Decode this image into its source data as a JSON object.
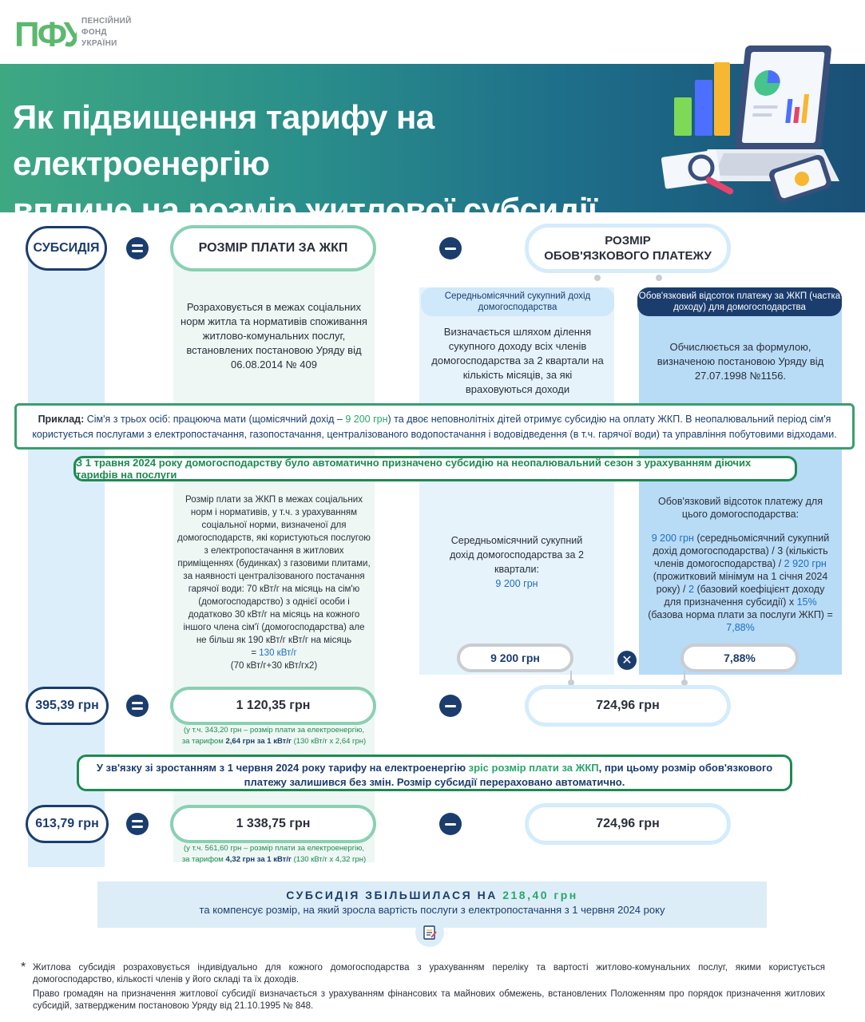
{
  "header": {
    "logo_mark": "ПФУ",
    "logo_line1": "ПЕНСІЙНИЙ",
    "logo_line2": "ФОНД",
    "logo_line3": "УКРАЇНИ",
    "title_line1": "Як підвищення тарифу на електроенергію",
    "title_line2": "вплине на розмір житлової субсидії"
  },
  "formula": {
    "subsidy_label": "СУБСИДІЯ",
    "zhkp_label": "РОЗМІР ПЛАТИ ЗА ЖКП",
    "mandatory_line1": "РОЗМІР",
    "mandatory_line2": "ОБОВ'ЯЗКОВОГО ПЛАТЕЖУ"
  },
  "definitions": {
    "zhkp_text": "Розраховується в межах соціальних норм житла та нормативів споживання житлово-комунальних послуг, встановлених постановою Уряду від 06.08.2014 № 409",
    "income_tag": "Середньомісячний сукупний дохід домогосподарства",
    "income_text": "Визначається шляхом ділення сукупного доходу всіх членів домогосподарства за 2 квартали на кількість місяців, за які враховуються доходи",
    "pct_tag": "Обов'язковий відсоток платежу за ЖКП (частка доходу) для домогосподарства",
    "pct_text": "Обчислюється за формулою, визначеною постановою Уряду від 27.07.1998 №1156."
  },
  "example": {
    "label": "Приклад:",
    "part1": "Сім'я з трьох осіб: працююча мати (щомісячний дохід –",
    "income": "9 200 грн",
    "part2": ") та двоє неповнолітніх дітей отримує субсидію на оплату ЖКП.  В неопалювальний період сім'я користується послугами з електропостачання, газопостачання,  централізованого водопостачання і водовідведення (в т.ч. гарячої води) та управління побутовими відходами."
  },
  "may_notice": "З 1 травня 2024 року домогосподарству було автоматично призначено субсидію на неопалювальний сезон з урахуванням діючих тарифів на послуги",
  "calc": {
    "zhkp_detail": "Розмір плати за ЖКП в межах соціальних норм і нормативів, у т.ч. з урахуванням соціальної норми, визначеної для домогосподарств, які користуються послугою з електропостачання в житлових приміщеннях (будинках) з газовими плитами, за наявності централізованого постачання гарячої води: 70 кВт/г на місяць на сім'ю (домогосподарство) з однієї особи і додатково 30 кВт/г на місяць на кожного іншого члена сім'ї (домогосподарства) але не більш як 190 кВт/г кВт/г на місяць",
    "zhkp_norm_prefix": "=",
    "zhkp_norm": "130 кВт/г",
    "zhkp_norm_formula": "(70 кВт/г+30 кВт/гх2)",
    "income_detail": "Середньомісячний сукупний дохід домогосподарства за 2 квартали:",
    "income_value": "9 200 грн",
    "pct_header": "Обов'язковий відсоток платежу для цього домогосподарства:",
    "pct_f1": "9 200 грн",
    "pct_f2": " (середньомісячний сукупний дохід домогосподарства) /",
    "pct_f3": "3 (кількість членів домогосподарства) /",
    "pct_f4": "2 920 грн",
    "pct_f5": " (прожитковий мінімум на 1 січня 2024 року) / ",
    "pct_f6": "2",
    "pct_f7": " (базовий коефіцієнт доходу для призначення субсидії) х ",
    "pct_f8": "15%",
    "pct_f9": " (базова норма плати за послуги ЖКП) = ",
    "pct_f10": "7,88%",
    "income_pill": "9 200 грн",
    "pct_pill": "7,88%"
  },
  "row1": {
    "subsidy": "395,39 грн",
    "zhkp": "1 120,35 грн",
    "mandatory": "724,96 грн",
    "note_line1": "(у т.ч. 343,20 грн – розмір плати за електроенергію,",
    "note_line2_a": "за тарифом ",
    "note_tariff": "2,64 грн за 1 кВт/г",
    "note_line2_b": " (130 кВт/г х 2,64 грн)"
  },
  "june_notice": {
    "part1": "У зв'язку зі зростанням з 1 червня 2024 року тарифу на електроенергію ",
    "highlight": "зріс розмір плати за ЖКП",
    "part2": ", при цьому розмір обов'язкового платежу залишився без змін. Розмір субсидії перераховано автоматично."
  },
  "row2": {
    "subsidy": "613,79 грн",
    "zhkp": "1 338,75 грн",
    "mandatory": "724,96 грн",
    "note_line1": "(у т.ч. 561,60 грн – розмір плати за електроенергію,",
    "note_line2_a": "за тарифом ",
    "note_tariff": "4,32 грн за 1 кВт/г",
    "note_line2_b": " (130 кВт/г х 4,32 грн)"
  },
  "result": {
    "line1_a": "СУБСИДІЯ ЗБІЛЬШИЛАСЯ НА",
    "amount": "218,40 грн",
    "line2": "та компенсує розмір, на який зросла вартість послуги з електропостачання з 1 червня 2024 року"
  },
  "footnote": {
    "star": "*",
    "p1": "Житлова субсидія розраховується індивідуально для кожного домогосподарства з урахуванням переліку та вартості житлово-комунальних послуг, якими користується домогосподарство, кількості членів у його складі та їх доходів.",
    "p2": "Право громадян на призначення житлової субсидії визначається з урахуванням фінансових та майнових обмежень, встановлених Положенням про порядок призначення житлових субсидій, затвердженим постановою Уряду від 21.10.1995 № 848."
  },
  "colors": {
    "navy": "#1b3d6e",
    "green": "#2aa66a",
    "blue": "#1d6fc4",
    "banner_start": "#3ea883",
    "banner_end": "#1a4f76"
  }
}
